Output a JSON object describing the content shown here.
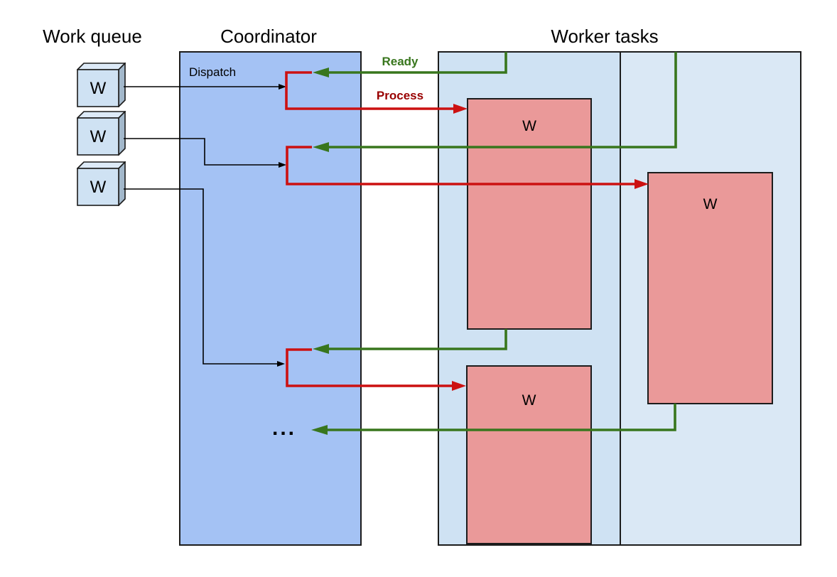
{
  "titles": {
    "work_queue": "Work queue",
    "coordinator": "Coordinator",
    "worker_tasks": "Worker tasks"
  },
  "coordinator": {
    "dispatch_label": "Dispatch",
    "more_indicator": "..."
  },
  "work_queue": {
    "items": [
      {
        "label": "W"
      },
      {
        "label": "W"
      },
      {
        "label": "W"
      }
    ]
  },
  "worker_tasks": {
    "boxes": [
      {
        "label": "W"
      },
      {
        "label": "W"
      },
      {
        "label": "W"
      }
    ]
  },
  "flow_labels": {
    "ready": "Ready",
    "process": "Process"
  },
  "colors": {
    "coordinator-fill": "#a4c2f4",
    "worker-col1-fill": "#cfe2f3",
    "worker-col2-fill": "#dae8f5",
    "task-fill": "#ea9999",
    "cube-front": "#cfe2f3",
    "cube-top": "#ddeaf7",
    "cube-side": "#a3b8cb",
    "border": "#1c1c1c",
    "arrow-green": "#38761d",
    "arrow-red": "#cc1111",
    "ready-label": "#38761d",
    "process-label": "#990000",
    "line-black": "#000000"
  }
}
